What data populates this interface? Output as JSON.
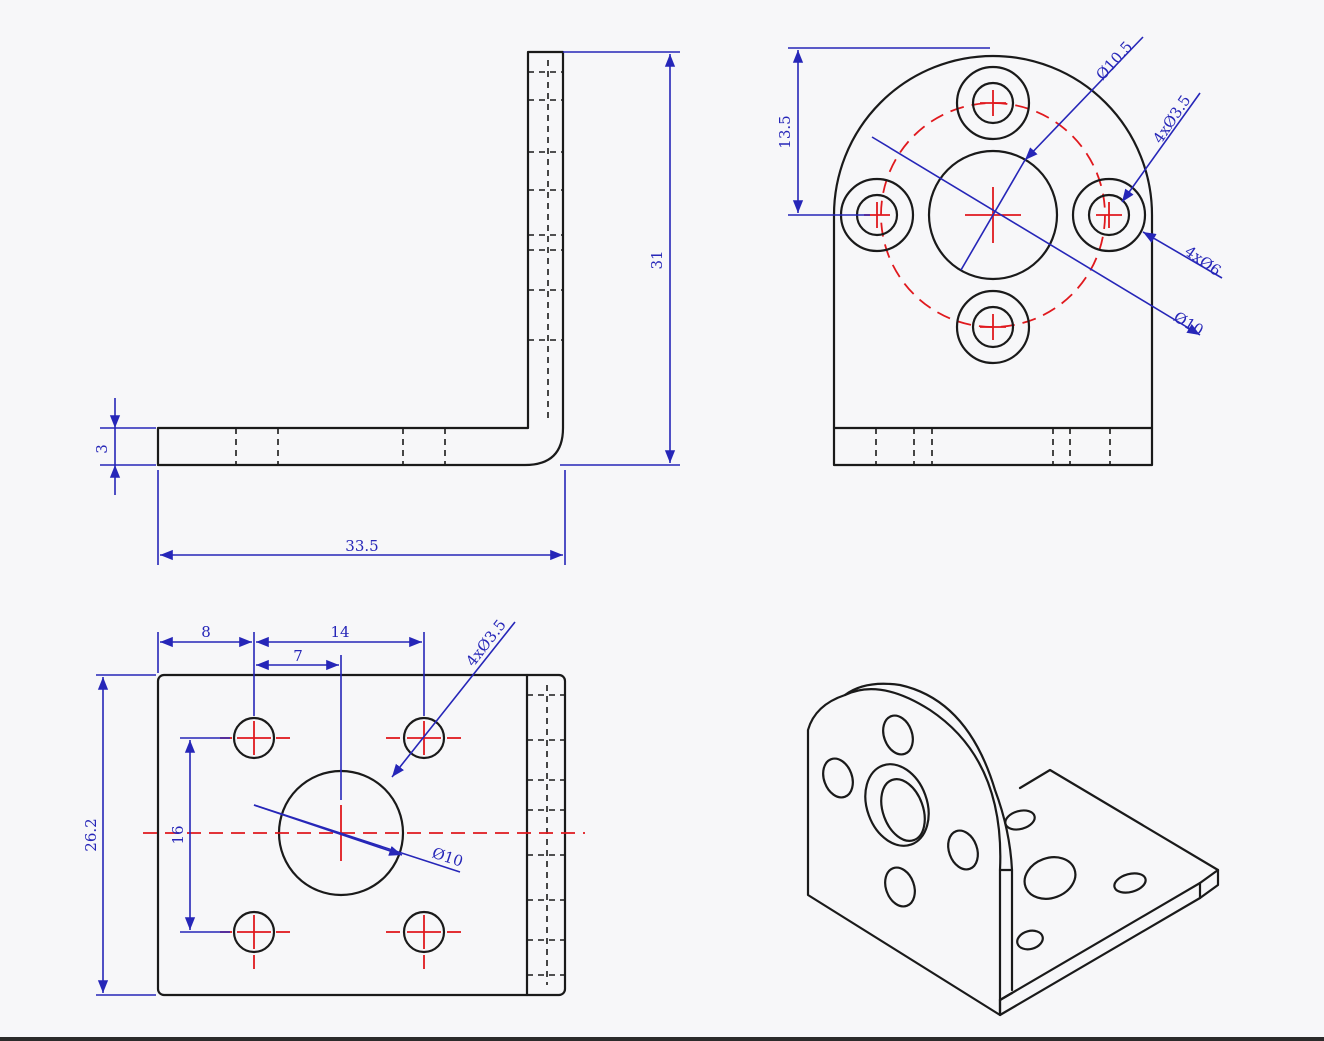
{
  "drawing": {
    "dimensions": {
      "thickness": "3",
      "length": "33.5",
      "height": "31",
      "center_height": "13.5",
      "pcd": "Ø10.5",
      "small_holes_front": "4xØ3.5",
      "cbore": "4xØ6",
      "bore_front": "Ø10",
      "offset_8": "8",
      "spacing_14": "14",
      "offset_7": "7",
      "small_holes_top": "4xØ3.5",
      "vertical_spacing": "16",
      "width_26": "26.2",
      "bore_top": "Ø10"
    }
  },
  "colors": {
    "outline": "#1a1a1a",
    "centerline": "#e0191e",
    "dimension": "#2626b8",
    "background": "#f7f7f9"
  }
}
